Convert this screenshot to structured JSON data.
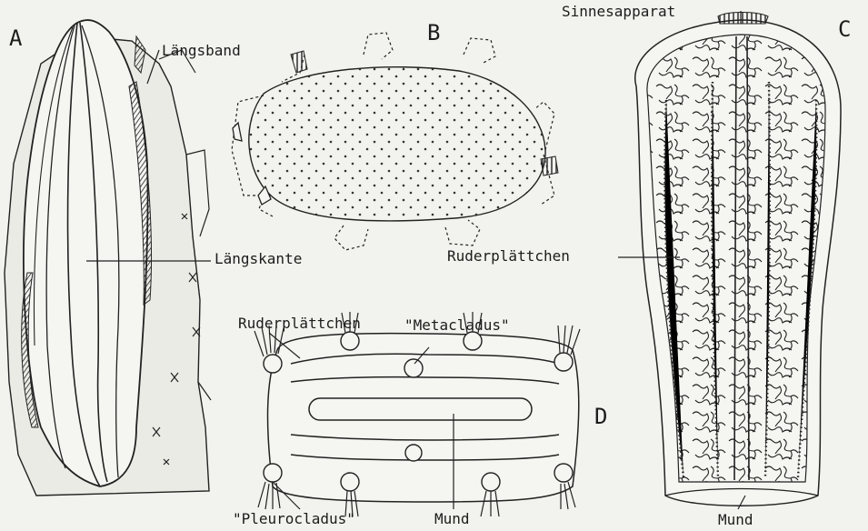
{
  "panels": {
    "A": {
      "letter": "A",
      "labels": {
        "laengsband": "Längsband",
        "laengskante": "Längskante"
      }
    },
    "B": {
      "letter": "B"
    },
    "C": {
      "letter": "C",
      "labels": {
        "sinnesapparat": "Sinnesapparat",
        "ruderplaettchen": "Ruderplättchen",
        "mund": "Mund"
      }
    },
    "D": {
      "letter": "D",
      "labels": {
        "ruderplaettchen": "Ruderplättchen",
        "metacladus": "\"Metacladus\"",
        "pleurocladus": "\"Pleurocladus\"",
        "mund": "Mund"
      }
    }
  }
}
